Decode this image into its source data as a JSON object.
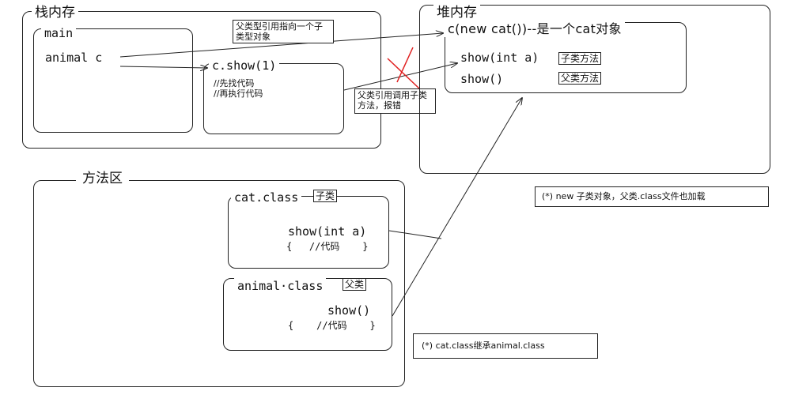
{
  "stack": {
    "title": "栈内存",
    "main_title": "main",
    "var_label": "animal c",
    "call_title": "c.show(1)",
    "call_comment_1": "//先找代码",
    "call_comment_2": "//再执行代码"
  },
  "heap": {
    "title": "堆内存",
    "object_label": "c(new cat())--是一个cat对象",
    "method_child": "show(int a)",
    "method_child_tag": "子类方法",
    "method_parent": "show()",
    "method_parent_tag": "父类方法"
  },
  "notes": {
    "parent_ref": "父类型引用指向一个子类型对象",
    "error": "父类引用调用子类方法，报错",
    "new_child": "(*)  new 子类对象，父类.class文件也加载",
    "inherit": "(*) cat.class继承animal.class"
  },
  "method_area": {
    "title": "方法区",
    "cat_class_title": "cat.class",
    "cat_class_tag": "子类",
    "cat_method": "show(int a)",
    "cat_body": "{   //代码    }",
    "animal_class_title": "animal·class",
    "animal_class_tag": "父类",
    "animal_method": "show()",
    "animal_body": "{    //代码    }"
  },
  "colors": {
    "line": "#222222",
    "cross": "#e02020"
  }
}
